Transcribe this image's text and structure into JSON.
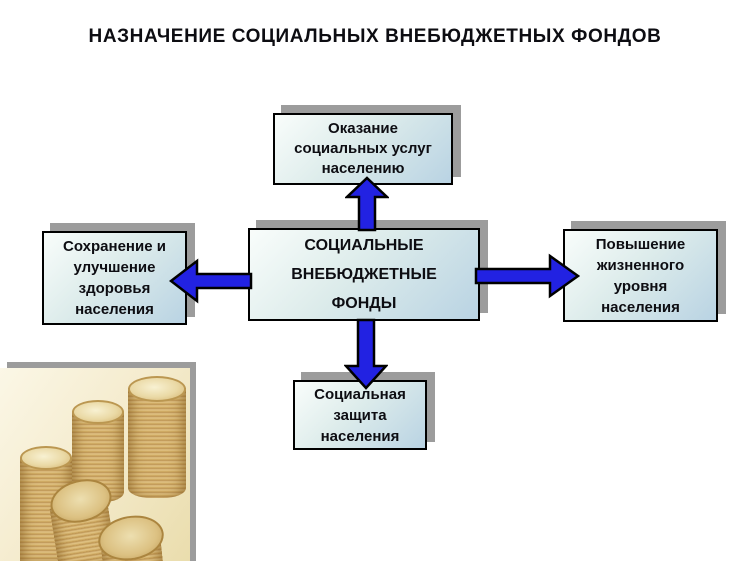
{
  "title": "НАЗНАЧЕНИЕ СОЦИАЛЬНЫХ ВНЕБЮДЖЕТНЫХ ФОНДОВ",
  "diagram": {
    "center_box": {
      "lines": [
        "СОЦИАЛЬНЫЕ",
        "ВНЕБЮДЖЕТНЫЕ",
        "ФОНДЫ"
      ]
    },
    "top_box": {
      "lines": [
        "Оказание",
        "социальных услуг",
        "населению"
      ]
    },
    "left_box": {
      "lines": [
        "Сохранение и",
        "улучшение",
        "здоровья",
        "населения"
      ]
    },
    "right_box": {
      "lines": [
        "Повышение",
        "жизненного",
        "уровня",
        "населения"
      ]
    },
    "bottom_box": {
      "lines": [
        "Социальная",
        "защита",
        "населения"
      ]
    }
  },
  "image": {
    "description": "stacks of gold coins photo"
  },
  "colors": {
    "arrow": "#2222e2",
    "arrow_outline": "#000000",
    "box_border": "#000000",
    "box_shadow": "#9c9c9c",
    "title_text": "#0d0d12",
    "box_text": "#0d0d12",
    "box_gradient_start": "#f9fdfb",
    "box_gradient_end": "#b9d3e3"
  }
}
